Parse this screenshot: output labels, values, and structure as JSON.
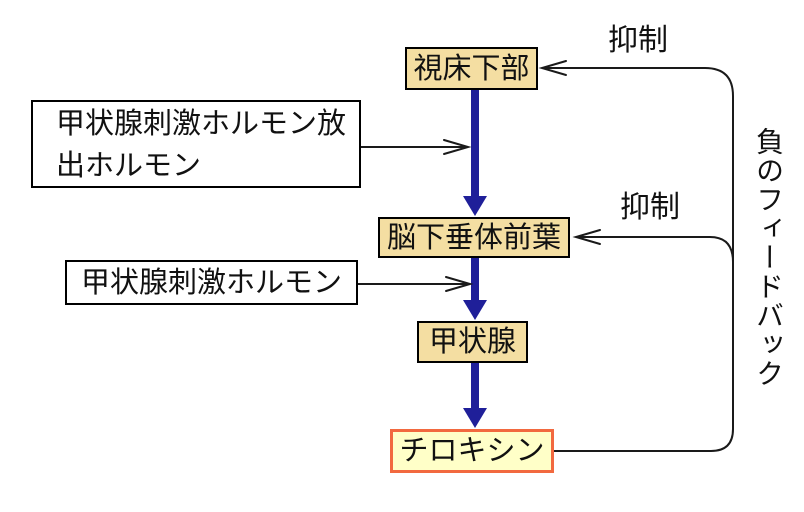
{
  "diagram": {
    "title_hint": "thyroid-hormone-negative-feedback-diagram",
    "nodes": {
      "hypothalamus": {
        "label": "視床下部"
      },
      "trh": {
        "label": "甲状腺刺激ホルモン放\n出ホルモン"
      },
      "pituitary": {
        "label": "脳下垂体前葉"
      },
      "tsh": {
        "label": "甲状腺刺激ホルモン"
      },
      "thyroid": {
        "label": "甲状腺"
      },
      "thyroxine": {
        "label": "チロキシン"
      }
    },
    "labels": {
      "inhibit_top": "抑制",
      "inhibit_middle": "抑制",
      "negative_feedback": "負のフィードバック"
    },
    "colors": {
      "node_fill": "#f4dea2",
      "node_border": "#000000",
      "hormone_box_fill": "#ffffff",
      "thyroxine_fill": "#ffffc8",
      "thyroxine_border": "#f2693f",
      "flow_arrow": "#1f1f99",
      "line": "#1a1a1a"
    }
  }
}
